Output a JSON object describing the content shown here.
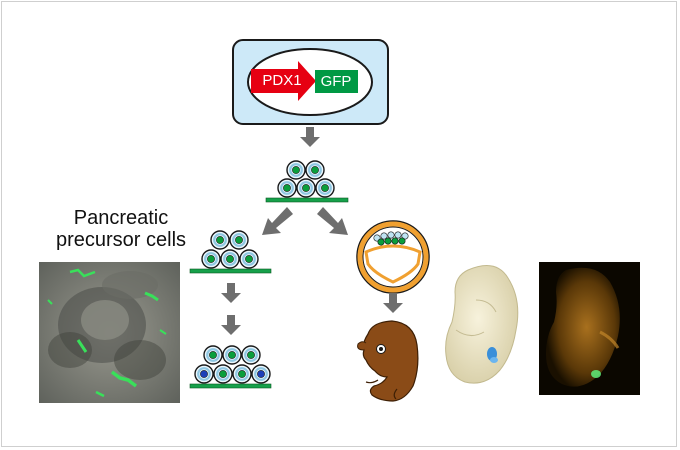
{
  "construct": {
    "promoter_label": "PDX1",
    "reporter_label": "GFP"
  },
  "pancreatic_panel": {
    "title_line1": "Pancreatic",
    "title_line2": "precursor cells"
  },
  "colors": {
    "vector_box_fill": "#cde9f8",
    "promoter_arrow": "#e60012",
    "reporter_box": "#009944",
    "process_arrow": "#6e6e6e",
    "cell_ring": "#8fc7e2",
    "cell_nucleus_green": "#0a9e3c",
    "cell_nucleus_blue": "#1d3fb8",
    "culture_plate": "#16a04a",
    "blastocyst_ring": "#f0a030",
    "embryo_fill": "#8a4b17"
  },
  "icons": [
    "down-arrow-icon",
    "split-arrow-icon",
    "stem-cell-colony-icon",
    "blastocyst-icon",
    "embryo-icon",
    "microscopy-image"
  ]
}
